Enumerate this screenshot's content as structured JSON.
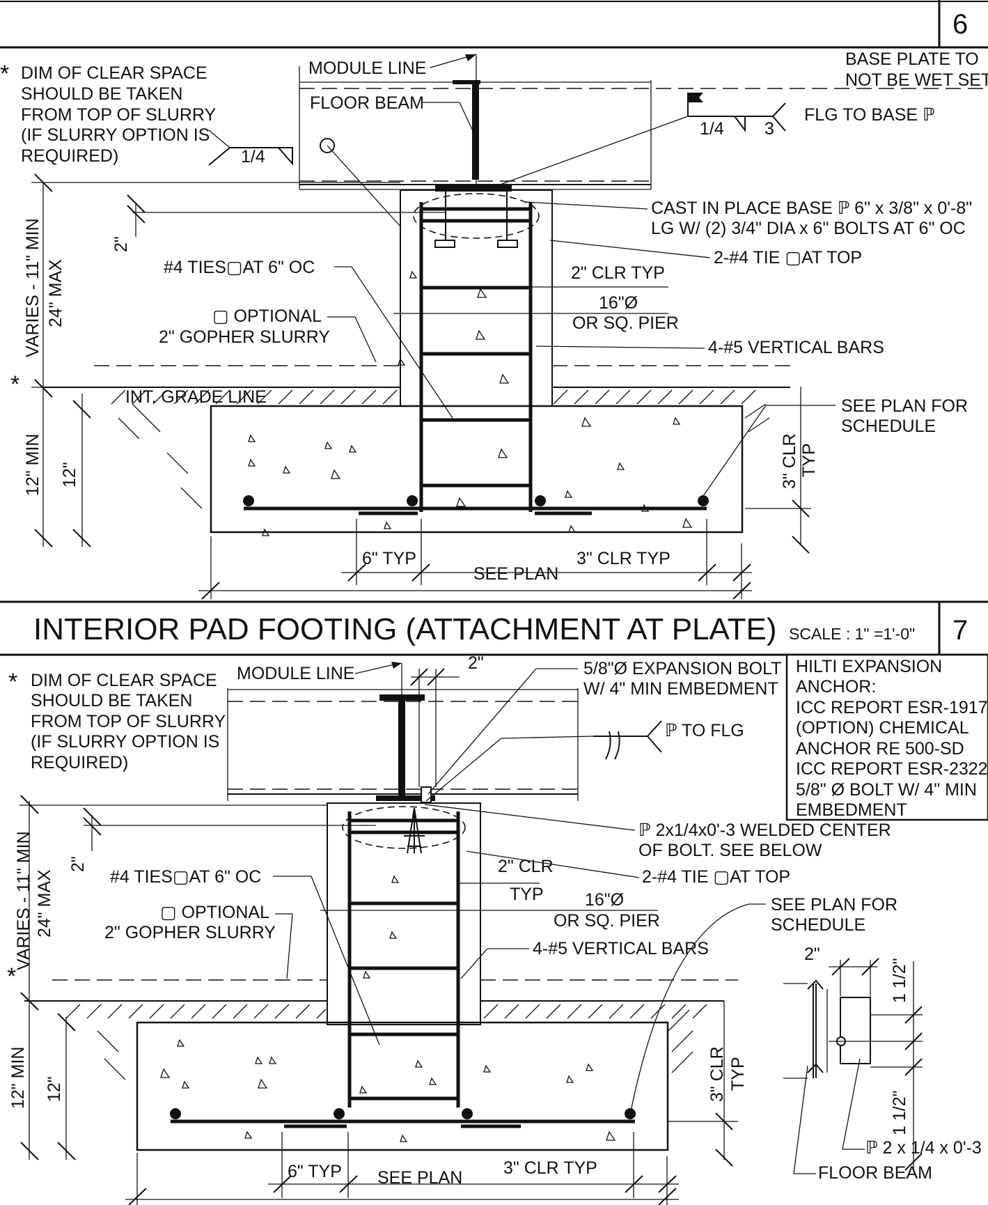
{
  "detail6": {
    "number": "6",
    "note": [
      "DIM OF CLEAR SPACE",
      "SHOULD BE TAKEN",
      "FROM TOP OF SLURRY",
      "(IF SLURRY OPTION IS",
      "REQUIRED)"
    ],
    "asterisk": "*",
    "module_line": "MODULE LINE",
    "floor_beam": "FLOOR BEAM",
    "weld_left": "1/4",
    "weld_right_a": "1/4",
    "weld_right_b": "3",
    "flg_to_base": "FLG TO BASE ℙ",
    "base_plate_note": [
      "BASE PLATE TO",
      "NOT BE WET SET"
    ],
    "cast_in_place": [
      "CAST IN PLACE BASE ℙ 6\" x 3/8\" x 0'-8\"",
      "LG W/ (2) 3/4\" DIA x 6\" BOLTS AT 6\" OC"
    ],
    "tie_top": "2-#4 TIE ▢AT TOP",
    "ties": "#4 TIES▢AT 6\" OC",
    "optional": "▢ OPTIONAL",
    "slurry": "2\" GOPHER SLURRY",
    "clr_typ": "2\" CLR TYP",
    "pier": [
      "16\"Ø",
      "OR SQ. PIER"
    ],
    "vertical_bars": "4-#5 VERTICAL BARS",
    "grade_line": "INT. GRADE LINE",
    "see_plan_schedule": [
      "SEE PLAN FOR",
      "SCHEDULE"
    ],
    "varies": "VARIES - 11\" MIN",
    "max": "24\" MAX",
    "dim_2": "2\"",
    "min12": "12\" MIN",
    "dim12": "12\"",
    "clr3": "3\" CLR",
    "typ": "TYP",
    "six_typ": "6\" TYP",
    "three_clr_typ": "3\" CLR TYP",
    "see_plan": "SEE PLAN"
  },
  "detail7": {
    "title": "INTERIOR PAD FOOTING (ATTACHMENT AT PLATE)",
    "scale": "SCALE : 1\" =1'-0\"",
    "number": "7",
    "note": [
      "DIM OF CLEAR SPACE",
      "SHOULD BE TAKEN",
      "FROM TOP OF SLURRY",
      "(IF SLURRY OPTION IS",
      "REQUIRED)"
    ],
    "asterisk": "*",
    "module_line": "MODULE LINE",
    "dim_2_top": "2\"",
    "expansion_bolt": [
      "5/8\"Ø EXPANSION BOLT",
      "W/ 4\" MIN EMBEDMENT"
    ],
    "pl_to_flg": "ℙ TO FLG",
    "hilti": [
      "HILTI EXPANSION",
      "ANCHOR:",
      "ICC REPORT ESR-1917",
      "(OPTION) CHEMICAL",
      "ANCHOR RE 500-SD",
      "ICC REPORT ESR-2322",
      "5/8\" Ø BOLT W/ 4\" MIN",
      " EMBEDMENT"
    ],
    "welded": [
      "ℙ 2x1/4x0'-3 WELDED CENTER",
      "OF BOLT. SEE BELOW"
    ],
    "tie_top": "2-#4 TIE ▢AT TOP",
    "ties": "#4 TIES▢AT 6\" OC",
    "optional": "▢ OPTIONAL",
    "slurry": "2\" GOPHER SLURRY",
    "clr": "2\" CLR",
    "typ": "TYP",
    "pier": [
      "16\"Ø",
      "OR SQ. PIER"
    ],
    "vertical_bars": "4-#5 VERTICAL BARS",
    "see_plan_schedule": [
      "SEE PLAN FOR",
      "SCHEDULE"
    ],
    "varies": "VARIES - 11\" MIN",
    "max": "24\" MAX",
    "dim_2": "2\"",
    "min12": "12\" MIN",
    "dim12": "12\"",
    "clr3": "3\" CLR",
    "typ3": "TYP",
    "six_typ": "6\" TYP",
    "three_clr_typ": "3\" CLR TYP",
    "see_plan": "SEE PLAN",
    "inset_2": "2\"",
    "inset_112a": "1 1/2\"",
    "inset_112b": "1 1/2\"",
    "inset_pl": "ℙ 2 x 1/4 x 0'-3",
    "inset_floor_beam": "FLOOR BEAM"
  }
}
